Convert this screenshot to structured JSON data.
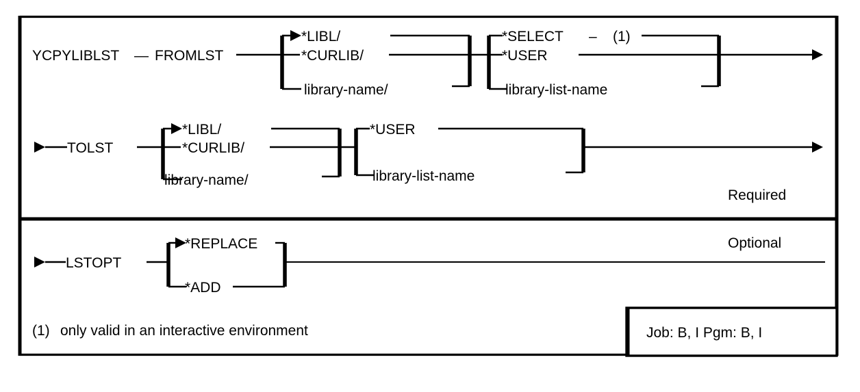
{
  "diagram": {
    "kind": "railroad-syntax-diagram",
    "command": "YCPYLIBLST",
    "colors": {
      "ink": "#000000",
      "paper": "#ffffff"
    },
    "sections": [
      {
        "label": "Required",
        "rows": [
          {
            "row_id": "row-fromlst",
            "start_marker": "none",
            "command": "YCPYLIBLST",
            "separator": "—",
            "keyword": "FROMLST",
            "groups": [
              {
                "group_id": "fromlst-qualifier",
                "branches": [
                  {
                    "text": "*LIBL/",
                    "default": true
                  },
                  {
                    "text": "*CURLIB/",
                    "default": false
                  },
                  {
                    "text": "library-name/",
                    "default": false
                  }
                ]
              },
              {
                "group_id": "fromlst-listname",
                "branches": [
                  {
                    "text": "*SELECT",
                    "default": false,
                    "footnote": "(1)",
                    "footnote_dash": "–"
                  },
                  {
                    "text": "*USER",
                    "default": false
                  },
                  {
                    "text": "library-list-name",
                    "default": false
                  }
                ]
              }
            ],
            "end_marker": "arrow"
          },
          {
            "row_id": "row-tolst",
            "start_marker": "arrow",
            "keyword": "TOLST",
            "groups": [
              {
                "group_id": "tolst-qualifier",
                "branches": [
                  {
                    "text": "*LIBL/",
                    "default": true
                  },
                  {
                    "text": "*CURLIB/",
                    "default": false
                  },
                  {
                    "text": "library-name/",
                    "default": false
                  }
                ]
              },
              {
                "group_id": "tolst-listname",
                "branches": [
                  {
                    "text": "*USER",
                    "default": false
                  },
                  {
                    "text": "library-list-name",
                    "default": false
                  }
                ]
              }
            ],
            "end_marker": "arrow"
          }
        ]
      },
      {
        "label": "Optional",
        "rows": [
          {
            "row_id": "row-lstopt",
            "start_marker": "arrow",
            "keyword": "LSTOPT",
            "groups": [
              {
                "group_id": "lstopt-values",
                "branches": [
                  {
                    "text": "*REPLACE",
                    "default": true
                  },
                  {
                    "text": "*ADD",
                    "default": false
                  }
                ]
              }
            ],
            "end_marker": "none"
          }
        ]
      }
    ],
    "footnotes": [
      {
        "marker": "(1)",
        "text": "only valid in an interactive environment"
      }
    ],
    "environment_box": {
      "job_label": "Job:",
      "job_value": "B, I",
      "pgm_label": "Pgm:",
      "pgm_value": "B, I",
      "combined": "Job: B, I   Pgm: B, I"
    }
  }
}
